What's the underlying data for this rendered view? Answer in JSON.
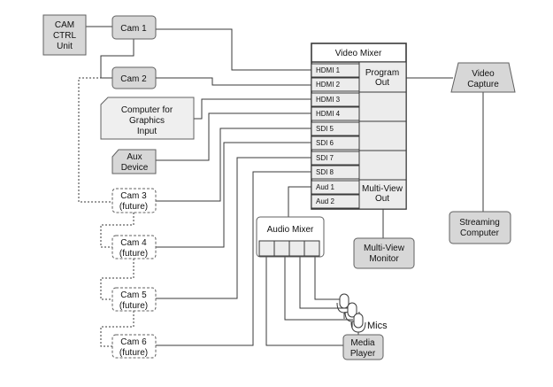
{
  "devices": {
    "cam_ctrl_unit": [
      "CAM",
      "CTRL",
      "Unit"
    ],
    "cam1": "Cam 1",
    "cam2": "Cam 2",
    "computer_graphics": [
      "Computer for",
      "Graphics",
      "Input"
    ],
    "aux_device": [
      "Aux",
      "Device"
    ],
    "cam3": [
      "Cam 3",
      "(future)"
    ],
    "cam4": [
      "Cam 4",
      "(future)"
    ],
    "cam5": [
      "Cam 5",
      "(future)"
    ],
    "cam6": [
      "Cam 6",
      "(future)"
    ],
    "audio_mixer": "Audio Mixer",
    "multiview_monitor": [
      "Multi-View",
      "Monitor"
    ],
    "video_capture": [
      "Video",
      "Capture"
    ],
    "streaming_computer": [
      "Streaming",
      "Computer"
    ],
    "media_player": [
      "Media",
      "Player"
    ],
    "mics": "Mics"
  },
  "video_mixer": {
    "title": "Video Mixer",
    "inputs": [
      "HDMI 1",
      "HDMI 2",
      "HDMI 3",
      "HDMI 4",
      "SDI 5",
      "SDI 6",
      "SDI 7",
      "SDI 8",
      "Aud 1",
      "Aud 2"
    ],
    "program_out": [
      "Program",
      "Out"
    ],
    "multiview_out": [
      "Multi-View",
      "Out"
    ]
  }
}
